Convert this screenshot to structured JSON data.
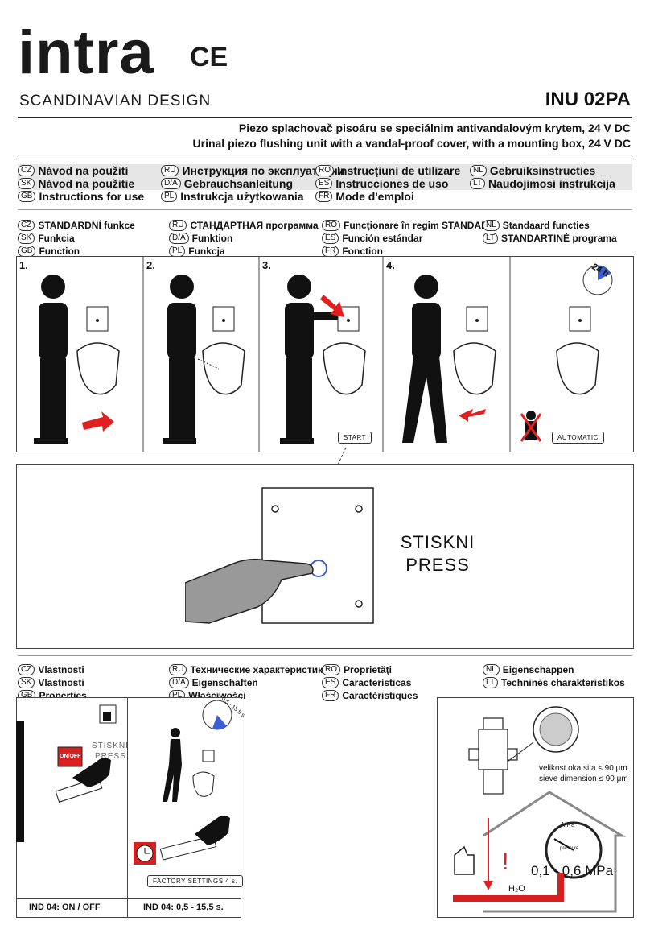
{
  "header": {
    "brand": "intra",
    "ce_mark": "CE",
    "tagline": "SCANDINAVIAN DESIGN",
    "model": "INU 02PA",
    "desc_cz": "Piezo splachovač pisoáru se speciálnim antivandalovým krytem, 24 V DC",
    "desc_en": "Urinal piezo flushing unit with a vandal-proof cover, with a mounting box, 24 V DC"
  },
  "manual_langs": [
    [
      {
        "code": "CZ",
        "text": "Návod na použití"
      },
      {
        "code": "RU",
        "text": "Инструкция по эксплуатации"
      },
      {
        "code": "RO",
        "text": "Instrucţiuni de utilizare"
      },
      {
        "code": "NL",
        "text": "Gebruiksinstructies"
      }
    ],
    [
      {
        "code": "SK",
        "text": "Návod na použitie"
      },
      {
        "code": "D/A",
        "text": "Gebrauchsanleitung"
      },
      {
        "code": "ES",
        "text": "Instrucciones de uso"
      },
      {
        "code": "LT",
        "text": "Naudojimosi instrukcija"
      }
    ],
    [
      {
        "code": "GB",
        "text": "Instructions for use"
      },
      {
        "code": "PL",
        "text": "Instrukcja użytkowania"
      },
      {
        "code": "FR",
        "text": "Mode d'emploi"
      },
      {
        "code": "",
        "text": ""
      }
    ]
  ],
  "function_langs": [
    [
      {
        "code": "CZ",
        "text": "STANDARDNÍ funkce"
      },
      {
        "code": "RU",
        "text": "СТАНДАРТНАЯ программа"
      },
      {
        "code": "RO",
        "text": "Funcţionare în regim STANDARD"
      },
      {
        "code": "NL",
        "text": "Standaard functies"
      }
    ],
    [
      {
        "code": "SK",
        "text": "Funkcia"
      },
      {
        "code": "D/A",
        "text": "Funktion"
      },
      {
        "code": "ES",
        "text": "Función estándar"
      },
      {
        "code": "LT",
        "text": "STANDARTINĖ programa"
      }
    ],
    [
      {
        "code": "GB",
        "text": "Function"
      },
      {
        "code": "PL",
        "text": "Funkcja"
      },
      {
        "code": "FR",
        "text": "Fonction"
      },
      {
        "code": "",
        "text": ""
      }
    ]
  ],
  "steps": {
    "s1": "1.",
    "s2": "2.",
    "s3": "3.",
    "s4": "4.",
    "start_btn": "START",
    "automatic_btn": "AUTOMATIC",
    "timer": "24 h"
  },
  "press": {
    "line1": "STISKNI",
    "line2": "PRESS"
  },
  "properties_langs": [
    [
      {
        "code": "CZ",
        "text": "Vlastnosti"
      },
      {
        "code": "RU",
        "text": "Технические характеристики"
      },
      {
        "code": "RO",
        "text": "Proprietăţi"
      },
      {
        "code": "NL",
        "text": "Eigenschappen"
      }
    ],
    [
      {
        "code": "SK",
        "text": "Vlastnosti"
      },
      {
        "code": "D/A",
        "text": "Eigenschaften"
      },
      {
        "code": "ES",
        "text": "Características"
      },
      {
        "code": "LT",
        "text": "Techninės charakteristikos"
      }
    ],
    [
      {
        "code": "GB",
        "text": "Properties"
      },
      {
        "code": "PL",
        "text": "Właściwości"
      },
      {
        "code": "FR",
        "text": "Caractéristiques"
      },
      {
        "code": "",
        "text": ""
      }
    ]
  ],
  "props": {
    "stisk": "STISKNI",
    "press": "PRESS",
    "onoff": "ON/OFF",
    "ind1": "IND 04: ON / OFF",
    "ind2": "IND 04: 0,5 - 15,5 s.",
    "factory": "FACTORY SETTINGS 4 s.",
    "dial_range": "0,5 - 15,5 s",
    "sieve_cz": "velikost oka sita ≤ 90 μm",
    "sieve_en": "sieve dimension ≤ 90 μm",
    "pressure_range": "0,1 - 0,6 MPa",
    "gauge_unit": "MPa",
    "gauge_label": "pressure",
    "water": "H₂O",
    "warn": "!"
  }
}
